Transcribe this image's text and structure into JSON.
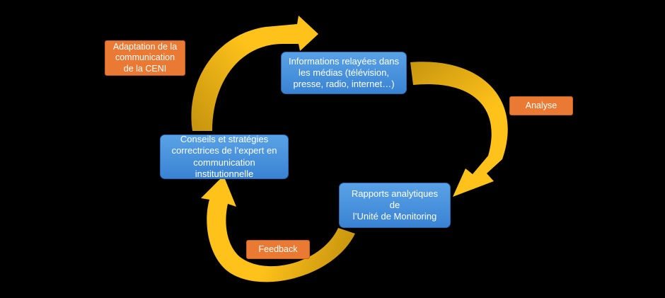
{
  "colors": {
    "background": "#000000",
    "process_box": "#4a93de",
    "label_box": "#ea7a33",
    "arrow_light": "#ffc21a",
    "arrow_dark": "#c9970f",
    "text": "#ffffff"
  },
  "steps": {
    "informations": "Informations relayées dans\nles médias (télévision,\npresse, radio, internet…)",
    "rapports": "Rapports analytiques de\nl’Unité de Monitoring",
    "conseils": "Conseils et stratégies\ncorrectrices de l’expert en\ncommunication\ninstitutionnelle"
  },
  "labels": {
    "adaptation": "Adaptation de la\ncommunication\nde la CENI",
    "analyse": "Analyse",
    "feedback": "Feedback"
  }
}
